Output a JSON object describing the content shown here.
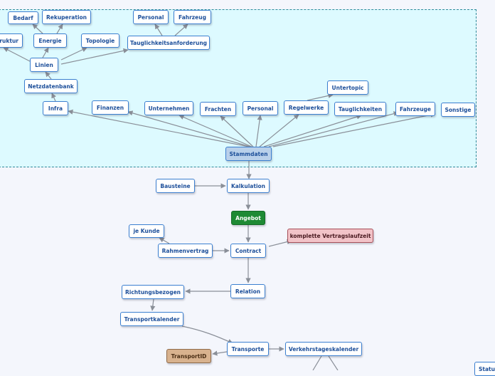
{
  "nodes": {
    "bedarf": "Bedarf",
    "rekuperation": "Rekuperation",
    "personal_top": "Personal",
    "fahrzeug": "Fahrzeug",
    "struktur": "ruktur",
    "energie": "Energie",
    "topologie": "Topologie",
    "tauglichkeitsanforderung": "Tauglichkeitsanforderung",
    "linien": "Linien",
    "netzdatenbank": "Netzdatenbank",
    "untertopic": "Untertopic",
    "infra": "Infra",
    "finanzen": "Finanzen",
    "unternehmen": "Unternehmen",
    "frachten": "Frachten",
    "personal": "Personal",
    "regelwerke": "Regelwerke",
    "tauglichkeiten": "Tauglichkeiten",
    "fahrzeuge": "Fahrzeuge",
    "sonstige": "Sonstige",
    "stammdaten": "Stammdaten",
    "bausteine": "Bausteine",
    "kalkulation": "Kalkulation",
    "angebot": "Angebot",
    "je_kunde": "je Kunde",
    "rahmenvertrag": "Rahmenvertrag",
    "contract": "Contract",
    "komplette_vertragslaufzeit": "komplette Vertragslaufzeit",
    "richtungsbezogen": "Richtungsbezogen",
    "relation": "Relation",
    "transportkalender": "Transportkalender",
    "transportid": "TransportID",
    "transporte": "Transporte",
    "verkehrstageskalender": "Verkehrstageskalender",
    "status": "Statu"
  },
  "colors": {
    "background": "#f4f6fc",
    "region_fill": "#ddfaff",
    "region_border": "#2f8a9a",
    "node_border": "#3b7fd0",
    "node_text": "#1d4f9a",
    "center_fill": "#b9d0ea",
    "angebot_fill": "#1e8a34",
    "vertragslaufzeit_fill": "#f2c3c8",
    "transportid_fill": "#d8b28e",
    "link": "#8a8f98"
  }
}
